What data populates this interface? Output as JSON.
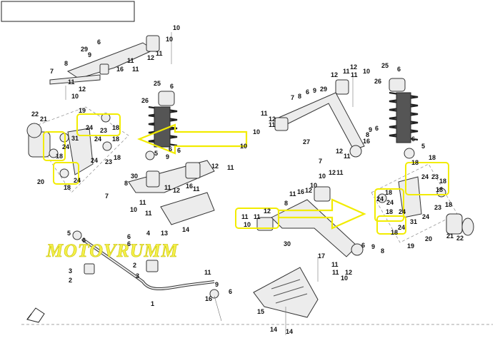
{
  "watermark": "MOTOVRUMM",
  "callouts": {
    "c1": "1",
    "c2": "2",
    "c3": "3",
    "c4": "4",
    "c5": "5",
    "c6": "6",
    "c7": "7",
    "c8": "8",
    "c9": "9",
    "c10": "10",
    "c11": "11",
    "c12": "12",
    "c13": "13",
    "c14": "14",
    "c15": "15",
    "c16": "16",
    "c17": "17",
    "c18": "18",
    "c19": "19",
    "c20": "20",
    "c21": "21",
    "c22": "22",
    "c23": "23",
    "c24": "24",
    "c25": "25",
    "c26": "26",
    "c27": "27",
    "c29": "29",
    "c30": "30",
    "c31": "31"
  },
  "colors": {
    "highlight": "#f2ec00",
    "watermark": "#f4f04a",
    "line": "#333333"
  },
  "icons": {
    "corner_badge": "front-direction-arrow-icon"
  }
}
